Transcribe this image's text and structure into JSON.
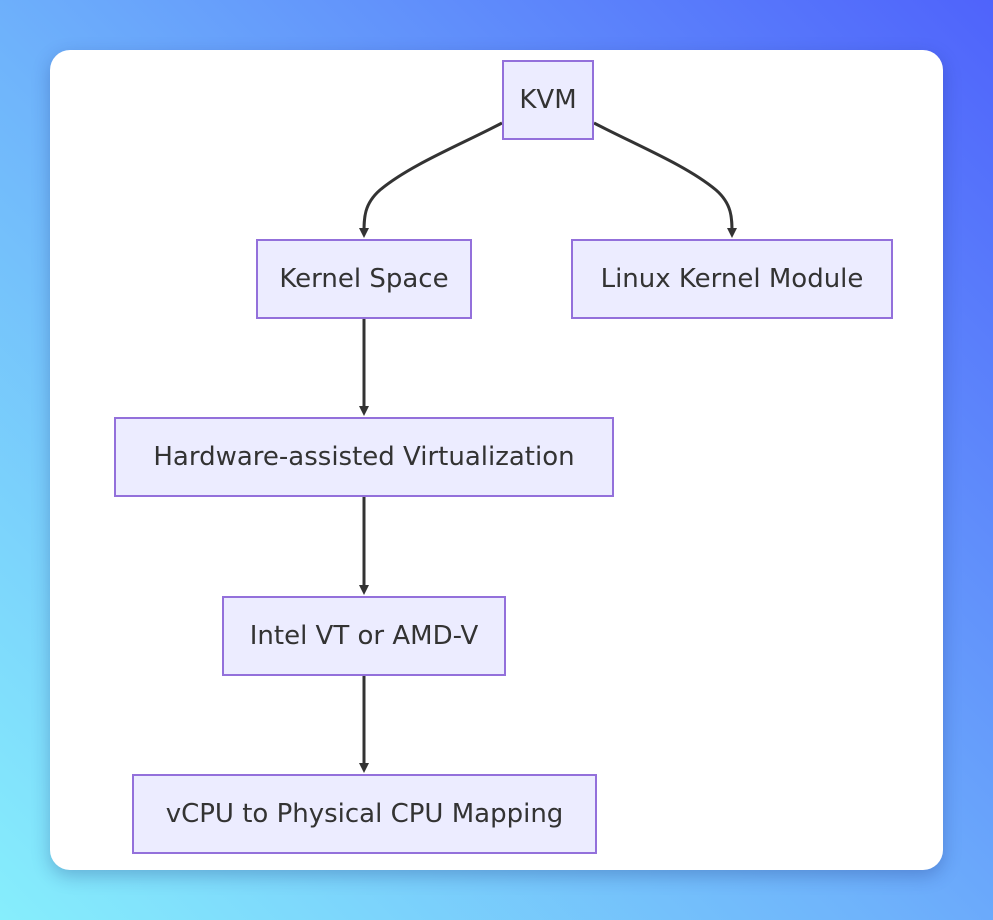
{
  "diagram": {
    "nodes": {
      "kvm": "KVM",
      "kernel_space": "Kernel Space",
      "linux_kernel_module": "Linux Kernel Module",
      "hw_virtualization": "Hardware-assisted Virtualization",
      "intel_amd": "Intel VT or AMD-V",
      "vcpu_mapping": "vCPU to Physical CPU Mapping"
    },
    "edges": [
      {
        "from": "KVM",
        "to": "Kernel Space"
      },
      {
        "from": "KVM",
        "to": "Linux Kernel Module"
      },
      {
        "from": "Kernel Space",
        "to": "Hardware-assisted Virtualization"
      },
      {
        "from": "Hardware-assisted Virtualization",
        "to": "Intel VT or AMD-V"
      },
      {
        "from": "Intel VT or AMD-V",
        "to": "vCPU to Physical CPU Mapping"
      }
    ]
  },
  "colors": {
    "node_fill": "#ececff",
    "node_border": "#9370db",
    "edge": "#333333",
    "background_start": "#86eefc",
    "background_end": "#4f63fb"
  }
}
